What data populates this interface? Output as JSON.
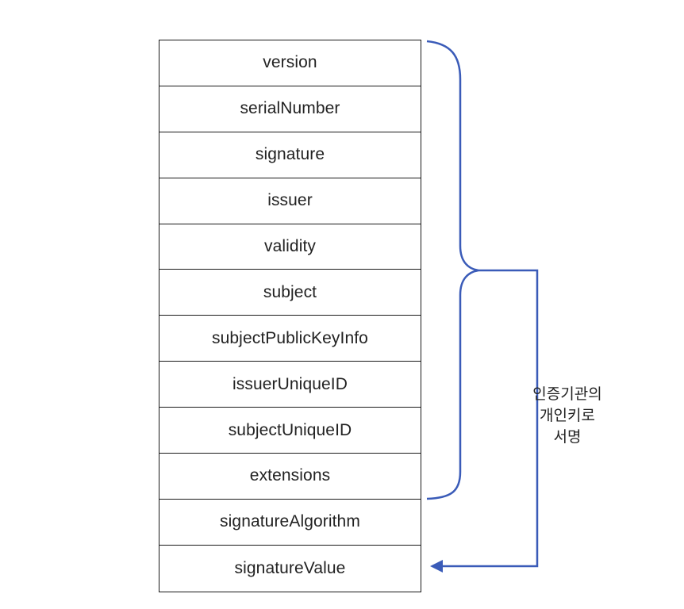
{
  "fields": [
    "version",
    "serialNumber",
    "signature",
    "issuer",
    "validity",
    "subject",
    "subjectPublicKeyInfo",
    "issuerUniqueID",
    "subjectUniqueID",
    "extensions",
    "signatureAlgorithm",
    "signatureValue"
  ],
  "annotation": {
    "lines": [
      "인증기관의",
      "개인키로",
      "서명"
    ]
  },
  "colors": {
    "connector": "#3a5bb8",
    "border": "#1a1a1a"
  }
}
